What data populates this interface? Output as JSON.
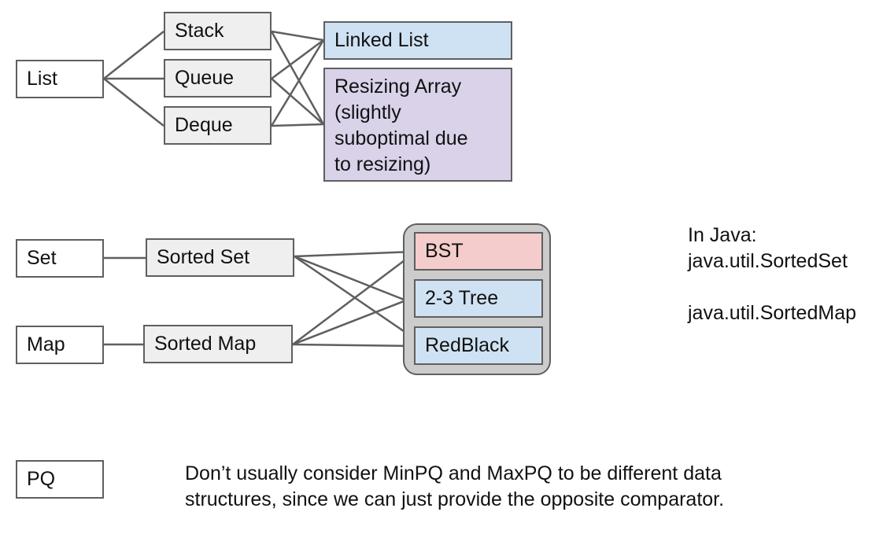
{
  "colors": {
    "line": "#5f5f5f",
    "gray_box": "#efefef",
    "blue_box": "#cfe2f3",
    "purple_box": "#d9d2e9",
    "red_box": "#f4cccc",
    "group_bg": "#cccccc"
  },
  "list_section": {
    "list": "List",
    "stack": "Stack",
    "queue": "Queue",
    "deque": "Deque",
    "linked_list": "Linked List",
    "resizing_array": "Resizing Array\n(slightly\nsuboptimal due\nto resizing)"
  },
  "set_map_section": {
    "set": "Set",
    "sorted_set": "Sorted Set",
    "map": "Map",
    "sorted_map": "Sorted Map",
    "bst": "BST",
    "two_three_tree": "2-3 Tree",
    "redblack": "RedBlack"
  },
  "java_note": {
    "heading": "In Java:",
    "sorted_set": "java.util.SortedSet",
    "sorted_map": "java.util.SortedMap"
  },
  "pq_section": {
    "pq": "PQ",
    "note": "Don’t usually consider MinPQ and MaxPQ to be different data\nstructures, since we can just provide the opposite comparator."
  }
}
